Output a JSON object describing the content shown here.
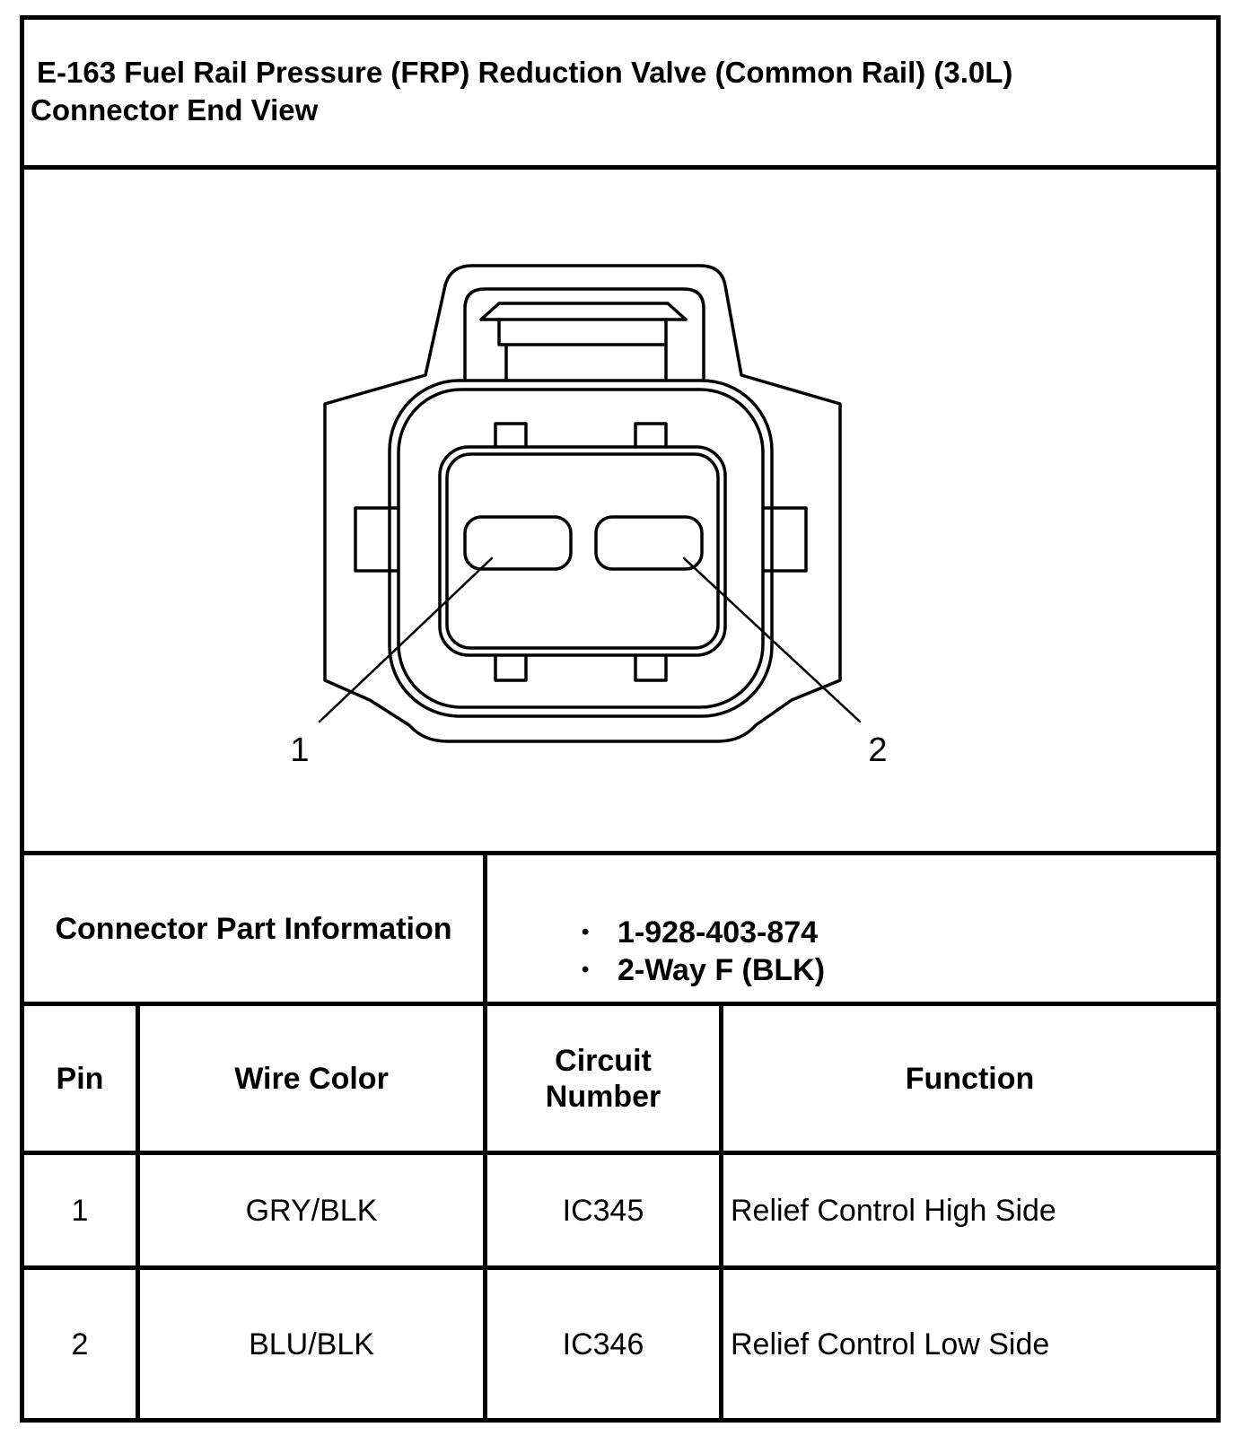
{
  "title": {
    "line1": "E-163 Fuel Rail Pressure (FRP) Reduction Valve (Common Rail) (3.0L)",
    "line2": "Connector End View"
  },
  "diagram": {
    "pin_labels": [
      "1",
      "2"
    ]
  },
  "part_info": {
    "label": "Connector Part Information",
    "items": [
      "1-928-403-874",
      "2-Way F (BLK)"
    ]
  },
  "table": {
    "headers": {
      "pin": "Pin",
      "wire_color": "Wire Color",
      "circuit_line1": "Circuit",
      "circuit_line2": "Number",
      "function": "Function"
    },
    "rows": [
      {
        "pin": "1",
        "wire_color": "GRY/BLK",
        "circuit": "IC345",
        "function": "Relief Control High Side"
      },
      {
        "pin": "2",
        "wire_color": "BLU/BLK",
        "circuit": "IC346",
        "function": "Relief Control Low Side"
      }
    ]
  }
}
